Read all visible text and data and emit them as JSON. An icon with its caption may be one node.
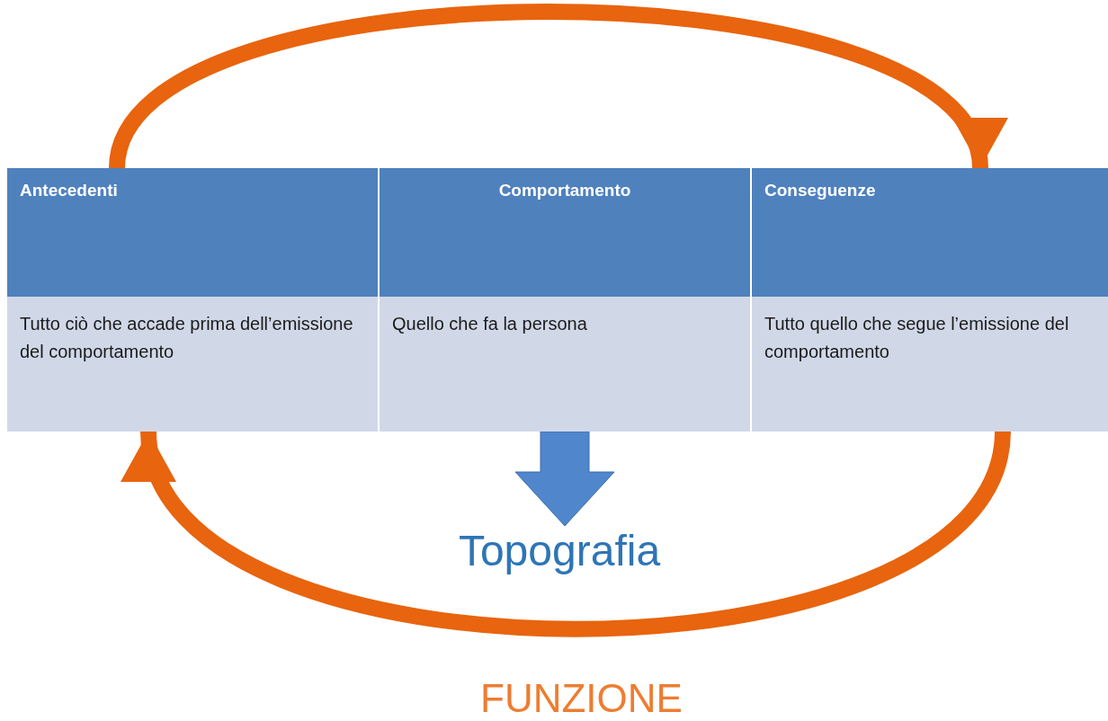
{
  "diagram": {
    "nodes": [
      {
        "text": [
          "Antecedenti",
          "Tutto ciò che accade prima dell’emissione del comportamento"
        ]
      },
      {
        "text": [
          "Comportamento",
          "Quello che fa la persona"
        ]
      },
      {
        "text": [
          "Conseguenze",
          "Tutto quello che segue l’emissione del comportamento"
        ]
      },
      {
        "text": [
          "Topografia"
        ]
      }
    ],
    "edges": [
      {
        "from": 0,
        "to": 2,
        "arrow": "to"
      },
      {
        "from": 2,
        "to": 0,
        "arrow": "to"
      },
      {
        "from": 1,
        "to": 3,
        "arrow": "to",
        "style": "thick",
        "color": "#4f86cc"
      }
    ],
    "labels": [
      "FUNZIONE"
    ]
  }
}
